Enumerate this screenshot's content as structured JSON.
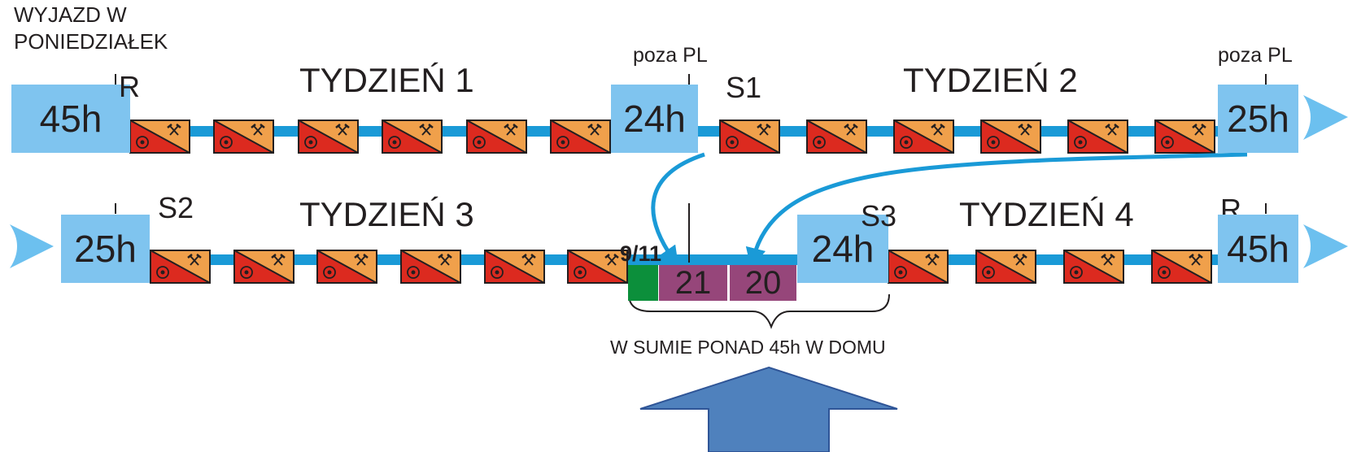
{
  "header_note": "WYJAZD W PONIEDZIAŁEK",
  "rows": [
    {
      "week_label": "TYDZIEŃ 1",
      "start_box": "45h",
      "start_marker": "R",
      "end_box": "25h",
      "mid_box": "24h",
      "mid_marker": "S1",
      "mid_note": "poza PL",
      "end_note": "poza PL",
      "second_week_label": "TYDZIEŃ 2"
    },
    {
      "start_box": "25h",
      "start_marker": "S2",
      "week_label": "TYDZIEŃ 3",
      "date": "9/11",
      "rest_values": [
        "21",
        "20"
      ],
      "mid_box": "24h",
      "mid_marker": "S3",
      "second_week_label": "TYDZIEŃ 4",
      "end_marker": "R",
      "end_box": "45h"
    }
  ],
  "brace_caption": "W SUMIE PONAD 45h W DOMU",
  "colors": {
    "rest_box": "#7fc4ef",
    "road": "#1a9ad7",
    "day_red": "#dc2a1f",
    "day_orange": "#f0a04b",
    "home_rest": "#96467a",
    "day_green": "#0c8f3b",
    "big_arrow": "#4f81bd",
    "curve_arrow": "#1a9ad7"
  },
  "icons": [
    "tachograph-icon",
    "hammers-icon",
    "direction-arrow-icon"
  ]
}
